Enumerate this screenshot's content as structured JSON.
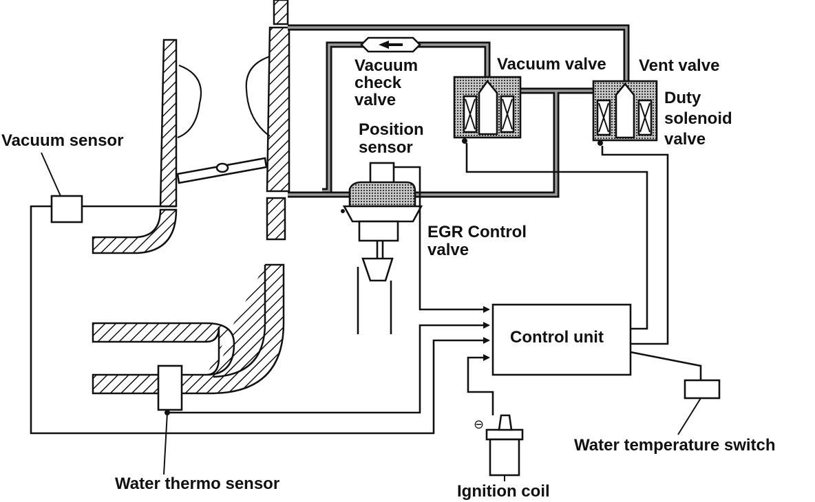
{
  "labels": {
    "vacuum_sensor": "Vacuum sensor",
    "vacuum_check_valve": [
      "Vacuum",
      "check",
      "valve"
    ],
    "vacuum_valve": "Vacuum valve",
    "vent_valve": "Vent valve",
    "duty_solenoid_valve": [
      "Duty",
      "solenoid",
      "valve"
    ],
    "position_sensor": [
      "Position",
      "sensor"
    ],
    "egr_control_valve": [
      "EGR Control",
      "valve"
    ],
    "control_unit": "Control unit",
    "water_temperature_switch": "Water temperature switch",
    "water_thermo_sensor": "Water thermo sensor",
    "ignition_coil": "Ignition coil",
    "ignition_terminal": "⊖"
  }
}
